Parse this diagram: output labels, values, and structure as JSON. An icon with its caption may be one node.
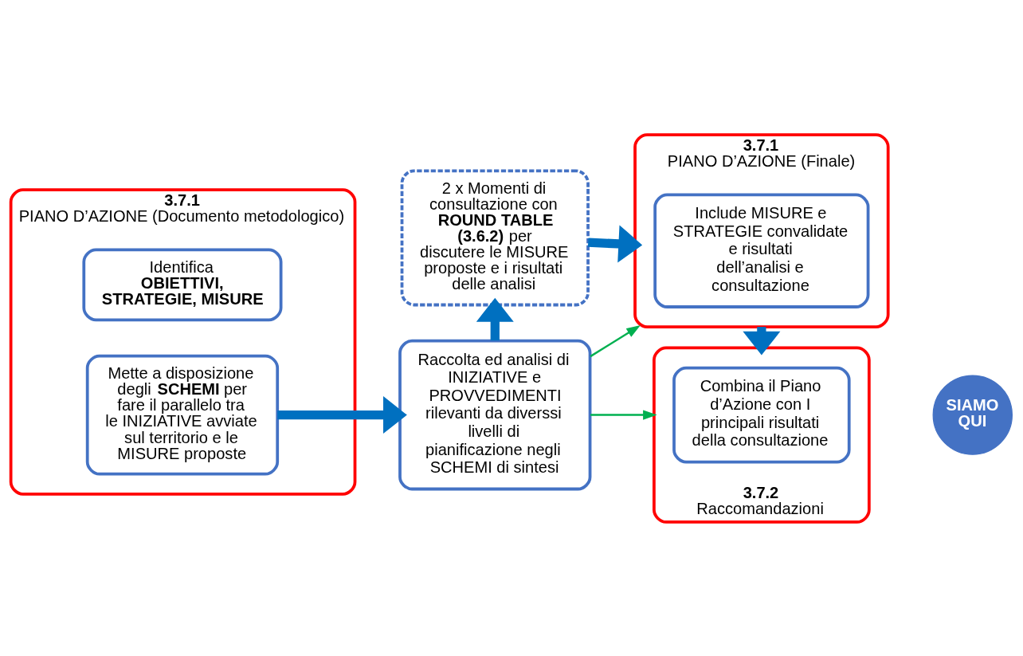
{
  "diagram": {
    "nodes": [
      {
        "text": [
          "3.7.1",
          "PIANO D’AZIONE (Documento metodologico)"
        ]
      },
      {
        "text": [
          "Identifica **OBIETTIVI, STRATEGIE, MISURE**"
        ],
        "in": 0
      },
      {
        "text": [
          "Mette a disposizione degli **SCHEMI** per fare il parallelo tra le INIZIATIVE avviate sul territorio e le MISURE proposte"
        ],
        "in": 0
      },
      {
        "text": [
          "2 x Momenti di consultazione con **ROUND TABLE (3.6.2)** per discutere le MISURE proposte e i risultati delle analisi"
        ]
      },
      {
        "text": [
          "Raccolta ed analisi di INIZIATIVE e PROVVEDIMENTI rilevanti da diverssi livelli di pianificazione negli SCHEMI di sintesi"
        ]
      },
      {
        "text": [
          "3.7.1",
          "PIANO D’AZIONE (Finale)"
        ]
      },
      {
        "text": [
          "Include MISURE e STRATEGIE convalidate e risultati dell’analisi e consultazione"
        ],
        "in": 5
      },
      {
        "text": [
          "3.7.2",
          "Raccomandazioni"
        ]
      },
      {
        "text": [
          "Combina il Piano d’Azione con I principali risultati della consultazione"
        ],
        "in": 7
      },
      {
        "text": [
          "SIAMO QUI"
        ]
      }
    ],
    "edges": [
      {
        "from": 2,
        "to": 4,
        "arrow": "to"
      },
      {
        "from": 4,
        "to": 3,
        "arrow": "to"
      },
      {
        "from": 3,
        "to": 5,
        "arrow": "to"
      },
      {
        "from": 5,
        "to": 7,
        "arrow": "to"
      },
      {
        "from": 4,
        "to": 5,
        "arrow": "to",
        "color": "#00b050"
      },
      {
        "from": 4,
        "to": 7,
        "arrow": "to",
        "color": "#00b050"
      }
    ]
  }
}
